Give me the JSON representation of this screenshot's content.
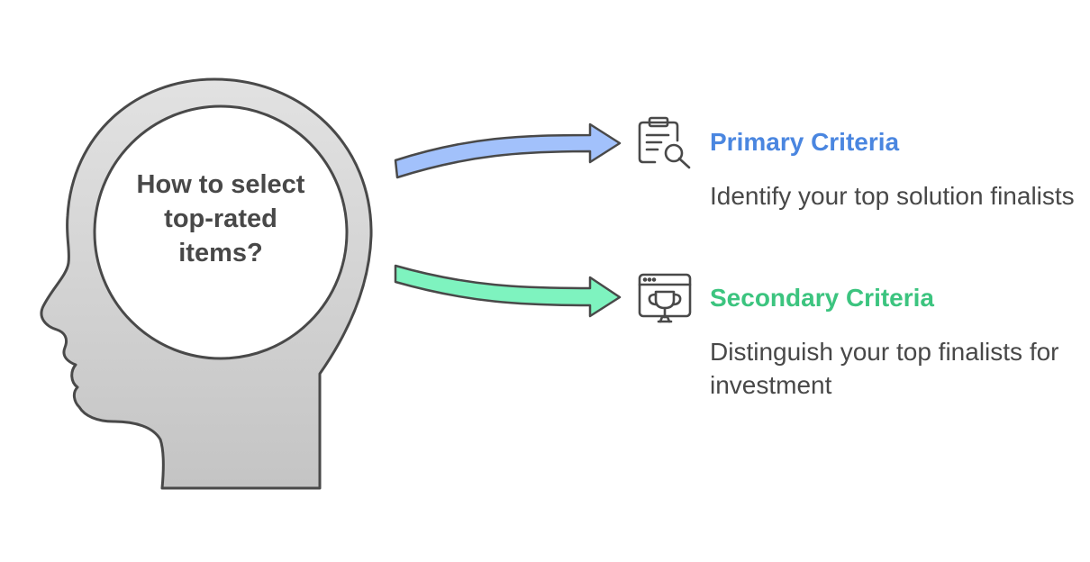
{
  "question": {
    "text": "How to select\ntop-rated\nitems?"
  },
  "primary": {
    "title": "Primary Criteria",
    "description": "Identify your top solution finalists",
    "color": "#4A86E0",
    "arrow_color": "#A2C1FB",
    "icon": "clipboard-search-icon"
  },
  "secondary": {
    "title": "Secondary Criteria",
    "description": "Distinguish your top finalists for investment",
    "color": "#3CC47F",
    "arrow_color": "#7EF3BF",
    "icon": "browser-trophy-icon"
  },
  "colors": {
    "head_fill": "#CFCFCF",
    "head_stroke": "#494949",
    "text": "#484848"
  }
}
